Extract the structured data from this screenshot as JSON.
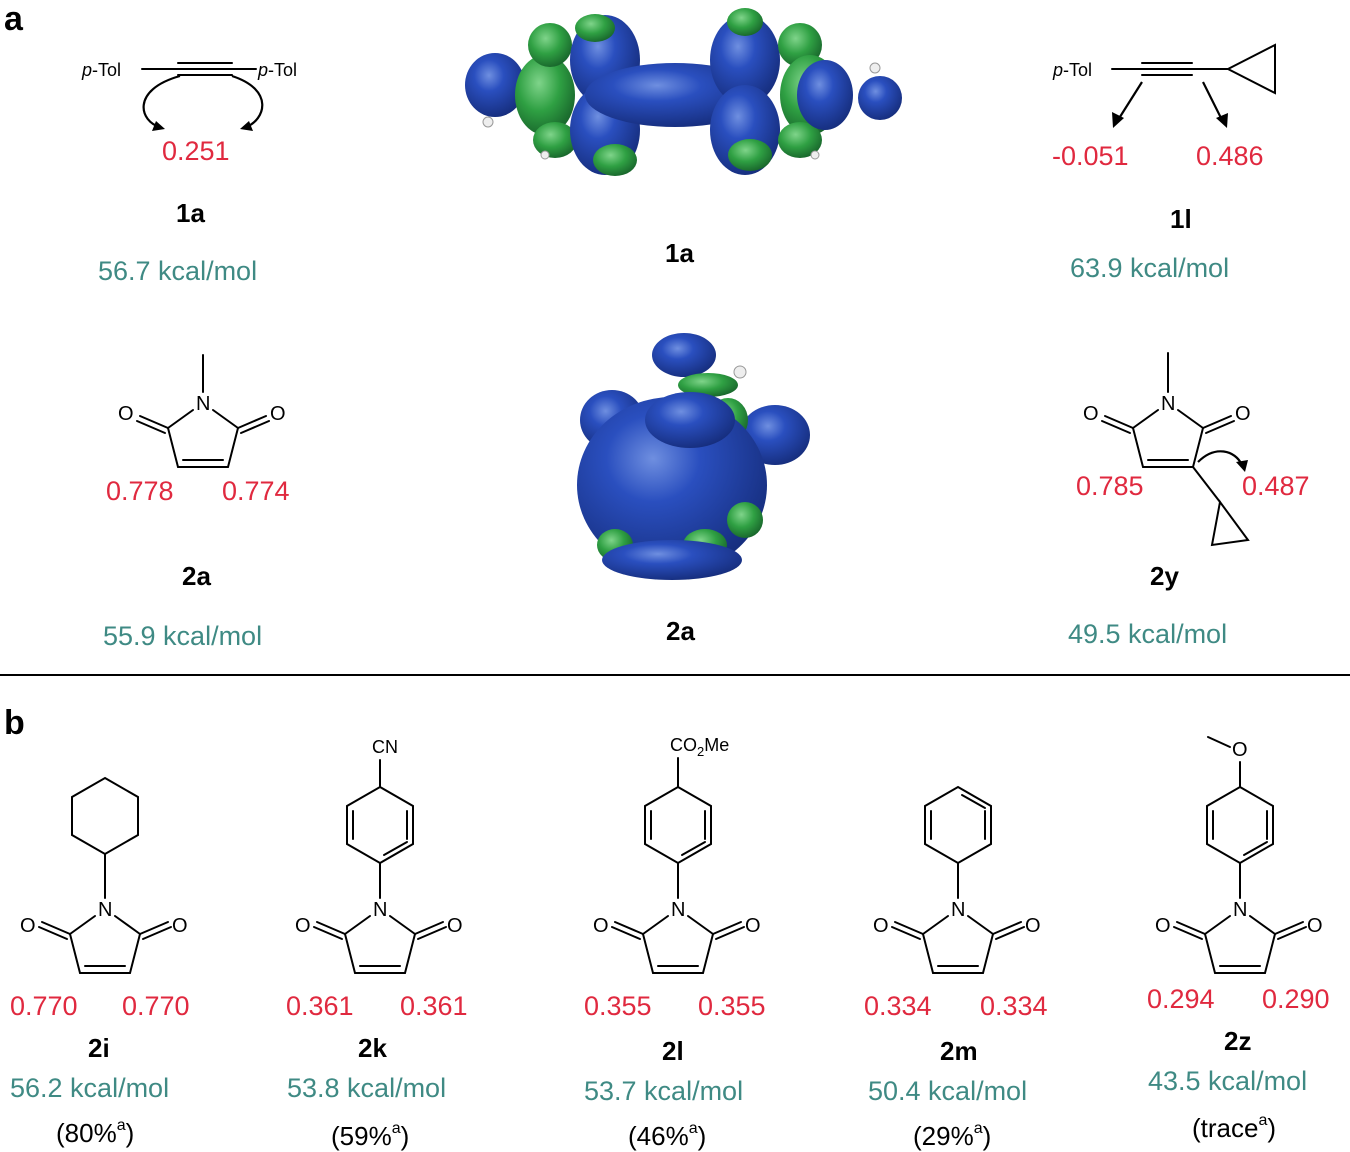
{
  "panels": {
    "a": "a",
    "b": "b"
  },
  "colors": {
    "index": "#e0293f",
    "energy": "#3f8a84",
    "orbital_blue": "#1d3c9a",
    "orbital_green": "#2c9a3c"
  },
  "panel_a": {
    "left_top": {
      "substituent_left": "p-Tol",
      "substituent_right": "p-Tol",
      "index": "0.251",
      "compound": "1a",
      "energy": "56.7 kcal/mol"
    },
    "center_top": {
      "compound": "1a"
    },
    "right_top": {
      "substituent": "p-Tol",
      "index_left": "-0.051",
      "index_right": "0.486",
      "compound": "1l",
      "energy": "63.9 kcal/mol"
    },
    "left_bottom": {
      "N": "N",
      "O_left": "O",
      "O_right": "O",
      "index_left": "0.778",
      "index_right": "0.774",
      "compound": "2a",
      "energy": "55.9 kcal/mol"
    },
    "center_bottom": {
      "compound": "2a"
    },
    "right_bottom": {
      "N": "N",
      "O_left": "O",
      "O_right": "O",
      "index_left": "0.785",
      "index_right": "0.487",
      "compound": "2y",
      "energy": "49.5 kcal/mol"
    }
  },
  "panel_b": [
    {
      "substituent": "",
      "index_left": "0.770",
      "index_right": "0.770",
      "compound": "2i",
      "energy": "56.2 kcal/mol",
      "yield_text": "(80%",
      "yield_sup": "a",
      "yield_close": ")"
    },
    {
      "substituent": "CN",
      "index_left": "0.361",
      "index_right": "0.361",
      "compound": "2k",
      "energy": "53.8 kcal/mol",
      "yield_text": "(59%",
      "yield_sup": "a",
      "yield_close": ")"
    },
    {
      "substituent": "CO2Me",
      "sub_prefix": "CO",
      "sub_sub": "2",
      "sub_suffix": "Me",
      "index_left": "0.355",
      "index_right": "0.355",
      "compound": "2l",
      "energy": "53.7 kcal/mol",
      "yield_text": "(46%",
      "yield_sup": "a",
      "yield_close": ")"
    },
    {
      "substituent": "",
      "index_left": "0.334",
      "index_right": "0.334",
      "compound": "2m",
      "energy": "50.4 kcal/mol",
      "yield_text": "(29%",
      "yield_sup": "a",
      "yield_close": ")"
    },
    {
      "substituent": "O",
      "index_left": "0.294",
      "index_right": "0.290",
      "compound": "2z",
      "energy": "43.5 kcal/mol",
      "yield_text": "(trace",
      "yield_sup": "a",
      "yield_close": ")"
    }
  ],
  "atoms": {
    "N": "N",
    "O": "O"
  }
}
